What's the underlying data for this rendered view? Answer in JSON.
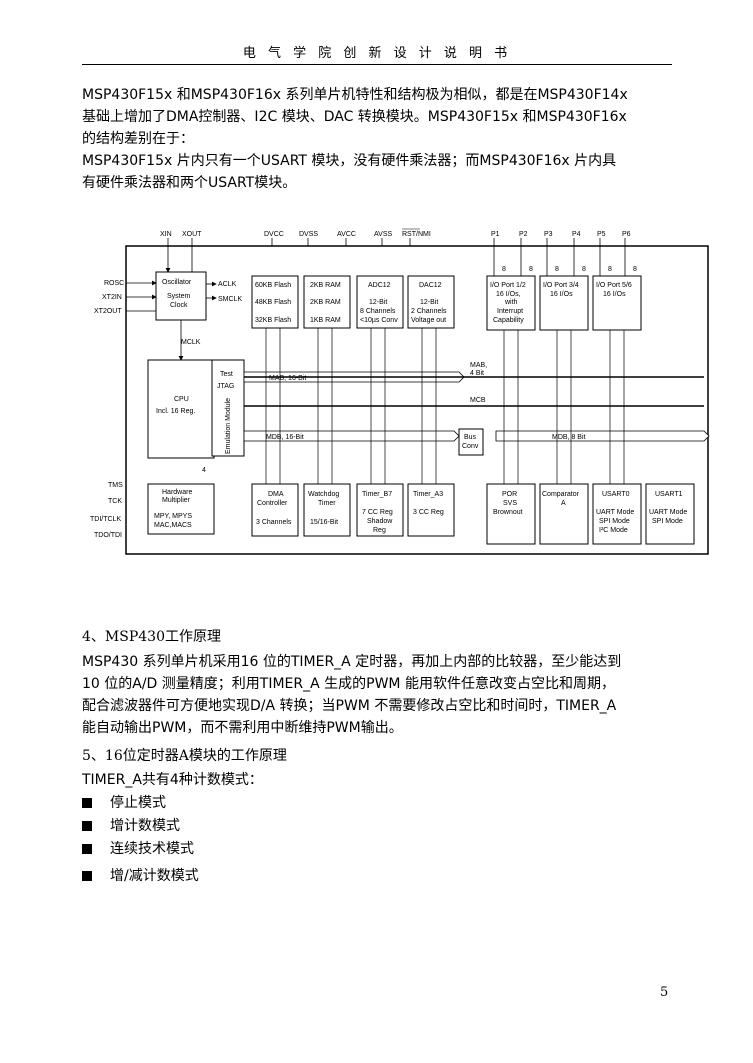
{
  "header": {
    "title": "电 气 学 院 创 新 设 计 说 明 书"
  },
  "intro": {
    "lines": [
      "MSP430F15x 和MSP430F16x 系列单片机特性和结构极为相似，都是在MSP430F14x",
      "基础上增加了DMA控制器、I2C 模块、DAC 转换模块。MSP430F15x 和MSP430F16x",
      "的结构差别在于：",
      "MSP430F15x 片内只有一个USART 模块，没有硬件乘法器；而MSP430F16x 片内具",
      "有硬件乘法器和两个USART模块。"
    ]
  },
  "diagram": {
    "top_pins": [
      "XIN",
      "XOUT",
      "DVCC",
      "DVSS",
      "AVCC",
      "AVSS",
      "RST/NMI",
      "P1",
      "P2",
      "P3",
      "P4",
      "P5",
      "P6"
    ],
    "left_pins": [
      "ROSC",
      "XT2IN",
      "XT2OUT",
      "TMS",
      "TCK",
      "TDI/TCLK",
      "TDO/TDI"
    ],
    "port_width": "8",
    "osc": {
      "l1": "Oscillator",
      "l2": "System",
      "l3": "Clock"
    },
    "aclk": "ACLK",
    "smclk": "SMCLK",
    "mclk": "MCLK",
    "flash": [
      "60KB Flash",
      "48KB Flash",
      "32KB Flash"
    ],
    "ram": [
      "2KB RAM",
      "2KB RAM",
      "1KB RAM"
    ],
    "adc": [
      "ADC12",
      "12-Bit",
      "8 Channels",
      "<10µs Conv"
    ],
    "dac": [
      "DAC12",
      "12-Bit",
      "2 Channels",
      "Voltage out"
    ],
    "io12": [
      "I/O Port 1/2",
      "16 I/Os,",
      "with",
      "Interrupt",
      "Capability"
    ],
    "io34": [
      "I/O Port 3/4",
      "16 I/Os"
    ],
    "io56": [
      "I/O Port 5/6",
      "16 I/Os"
    ],
    "cpu": [
      "CPU",
      "Incl. 16 Reg."
    ],
    "test": [
      "Test",
      "JTAG"
    ],
    "emu": "Emulation Module",
    "mab": "MAB, 16-Bit",
    "mab4": [
      "MAB,",
      "4 Bit"
    ],
    "mcb": "MCB",
    "mdb16": "MDB, 16-Bit",
    "mdb8": "MDB, 8 Bit",
    "busconv": [
      "Bus",
      "Conv"
    ],
    "bus4": "4",
    "hwmul": [
      "Hardware",
      "Multiplier",
      "MPY, MPYS",
      "MAC,MACS"
    ],
    "dma": [
      "DMA",
      "Controller",
      "3 Channels"
    ],
    "wdt": [
      "Watchdog",
      "Timer",
      "15/16-Bit"
    ],
    "tb7": [
      "Timer_B7",
      "7 CC Reg",
      "Shadow",
      "Reg"
    ],
    "ta3": [
      "Timer_A3",
      "3 CC Reg"
    ],
    "por": [
      "POR",
      "SVS",
      "Brownout"
    ],
    "comp": [
      "Comparator",
      "A"
    ],
    "usart0": [
      "USART0",
      "UART Mode",
      "SPI Mode",
      "I²C Mode"
    ],
    "usart1": [
      "USART1",
      "UART Mode",
      "SPI Mode"
    ]
  },
  "section4": {
    "heading": "4、MSP430工作原理",
    "lines": [
      "MSP430 系列单片机采用16 位的TIMER_A 定时器，再加上内部的比较器，至少能达到",
      "10 位的A/D 测量精度；利用TIMER_A 生成的PWM 能用软件任意改变占空比和周期，",
      "配合滤波器件可方便地实现D/A 转换；当PWM 不需要修改占空比和时间时，TIMER_A",
      "能自动输出PWM，而不需利用中断维持PWM输出。"
    ]
  },
  "section5": {
    "heading": "5、16位定时器A模块的工作原理",
    "intro": "TIMER_A共有4种计数模式：",
    "modes": [
      "停止模式",
      "增计数模式",
      "连续技术模式",
      "增/减计数模式"
    ]
  },
  "page_number": "5"
}
